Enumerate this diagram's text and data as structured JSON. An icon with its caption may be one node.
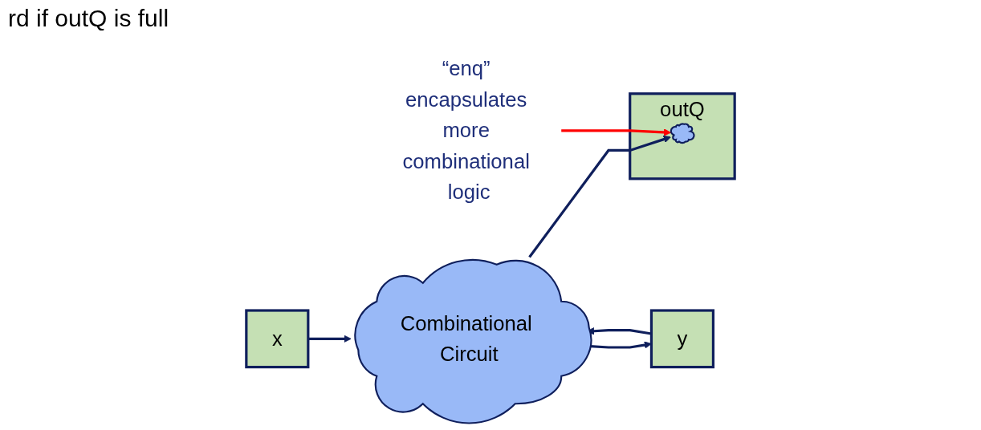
{
  "diagram": {
    "nodes": [
      {
        "text": [
          "x"
        ]
      },
      {
        "text": [
          "y"
        ]
      },
      {
        "text": [
          "Combinational Circuit"
        ]
      },
      {
        "text": [
          "outQ"
        ]
      },
      {
        "text": [],
        "shape": "cloud",
        "in": 3
      },
      {
        "text": [
          "“enq” encapsulates more combinational logic"
        ]
      }
    ],
    "edges": [
      {
        "from": 0,
        "to": 2,
        "arrow": "to"
      },
      {
        "from": 1,
        "to": 2,
        "arrow": "to"
      },
      {
        "from": 2,
        "to": 4,
        "arrow": "to"
      },
      {
        "from": 2,
        "to": 1,
        "arrow": "to"
      },
      {
        "from": 5,
        "to": 4,
        "arrow": "to",
        "color": "#ff0000"
      }
    ],
    "labels": [
      "rd if outQ is full"
    ]
  }
}
